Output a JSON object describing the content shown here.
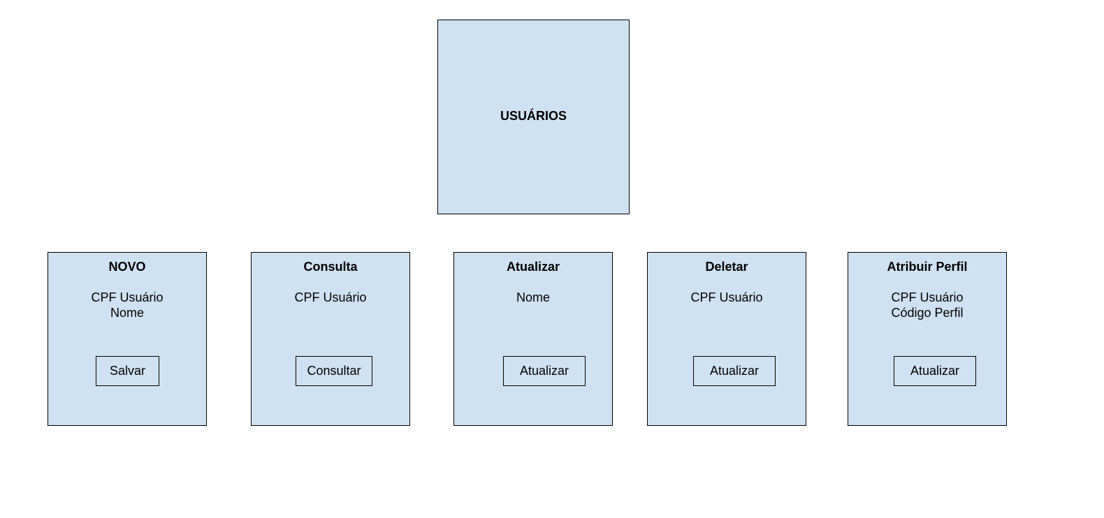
{
  "main": {
    "title": "USUÁRIOS"
  },
  "cards": [
    {
      "title": "NOVO",
      "fields": [
        "CPF Usuário",
        "Nome"
      ],
      "button": "Salvar"
    },
    {
      "title": "Consulta",
      "fields": [
        "CPF Usuário"
      ],
      "button": "Consultar"
    },
    {
      "title": "Atualizar",
      "fields": [
        "Nome"
      ],
      "button": "Atualizar"
    },
    {
      "title": "Deletar",
      "fields": [
        "CPF Usuário"
      ],
      "button": "Atualizar"
    },
    {
      "title": "Atribuir Perfil",
      "fields": [
        "CPF Usuário",
        "Código Perfil"
      ],
      "button": "Atualizar"
    }
  ],
  "colors": {
    "box_fill": "#cfe2f3",
    "border": "#000000"
  }
}
